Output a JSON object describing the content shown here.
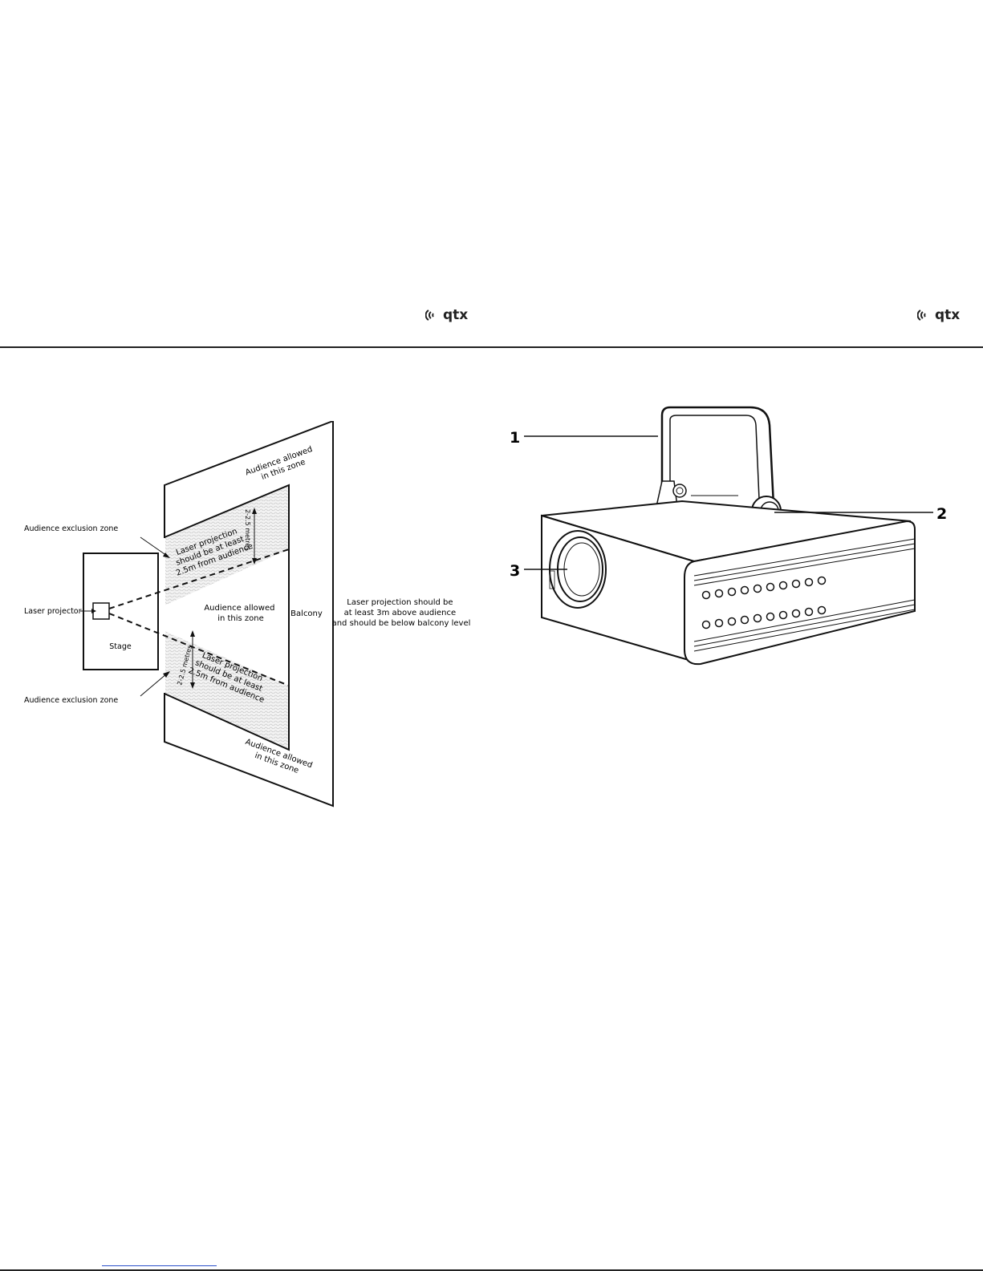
{
  "brand": {
    "name": "qtx"
  },
  "zoning_diagram": {
    "audience_allowed_top": [
      "Audience allowed",
      "in this zone"
    ],
    "audience_allowed_middle": [
      "Audience allowed",
      "in this zone"
    ],
    "audience_allowed_bottom": [
      "Audience allowed",
      "in this zone"
    ],
    "exclusion_top": "Audience exclusion zone",
    "exclusion_bottom": "Audience exclusion zone",
    "laser_projector": "Laser projector",
    "stage": "Stage",
    "balcony": "Balcony",
    "projection_top": [
      "Laser projection",
      "should be at least",
      "2.5m from audience"
    ],
    "projection_bottom": [
      "Laser projection",
      "should be at least",
      "2.5m from audience"
    ],
    "distance_top": "2-2.5 metres",
    "distance_bottom": "2-2.5 metres",
    "balcony_note": [
      "Laser projection should be",
      "at least 3m above audience",
      "and should be below balcony level"
    ]
  },
  "device_diagram": {
    "callouts": [
      "1",
      "2",
      "3"
    ]
  }
}
